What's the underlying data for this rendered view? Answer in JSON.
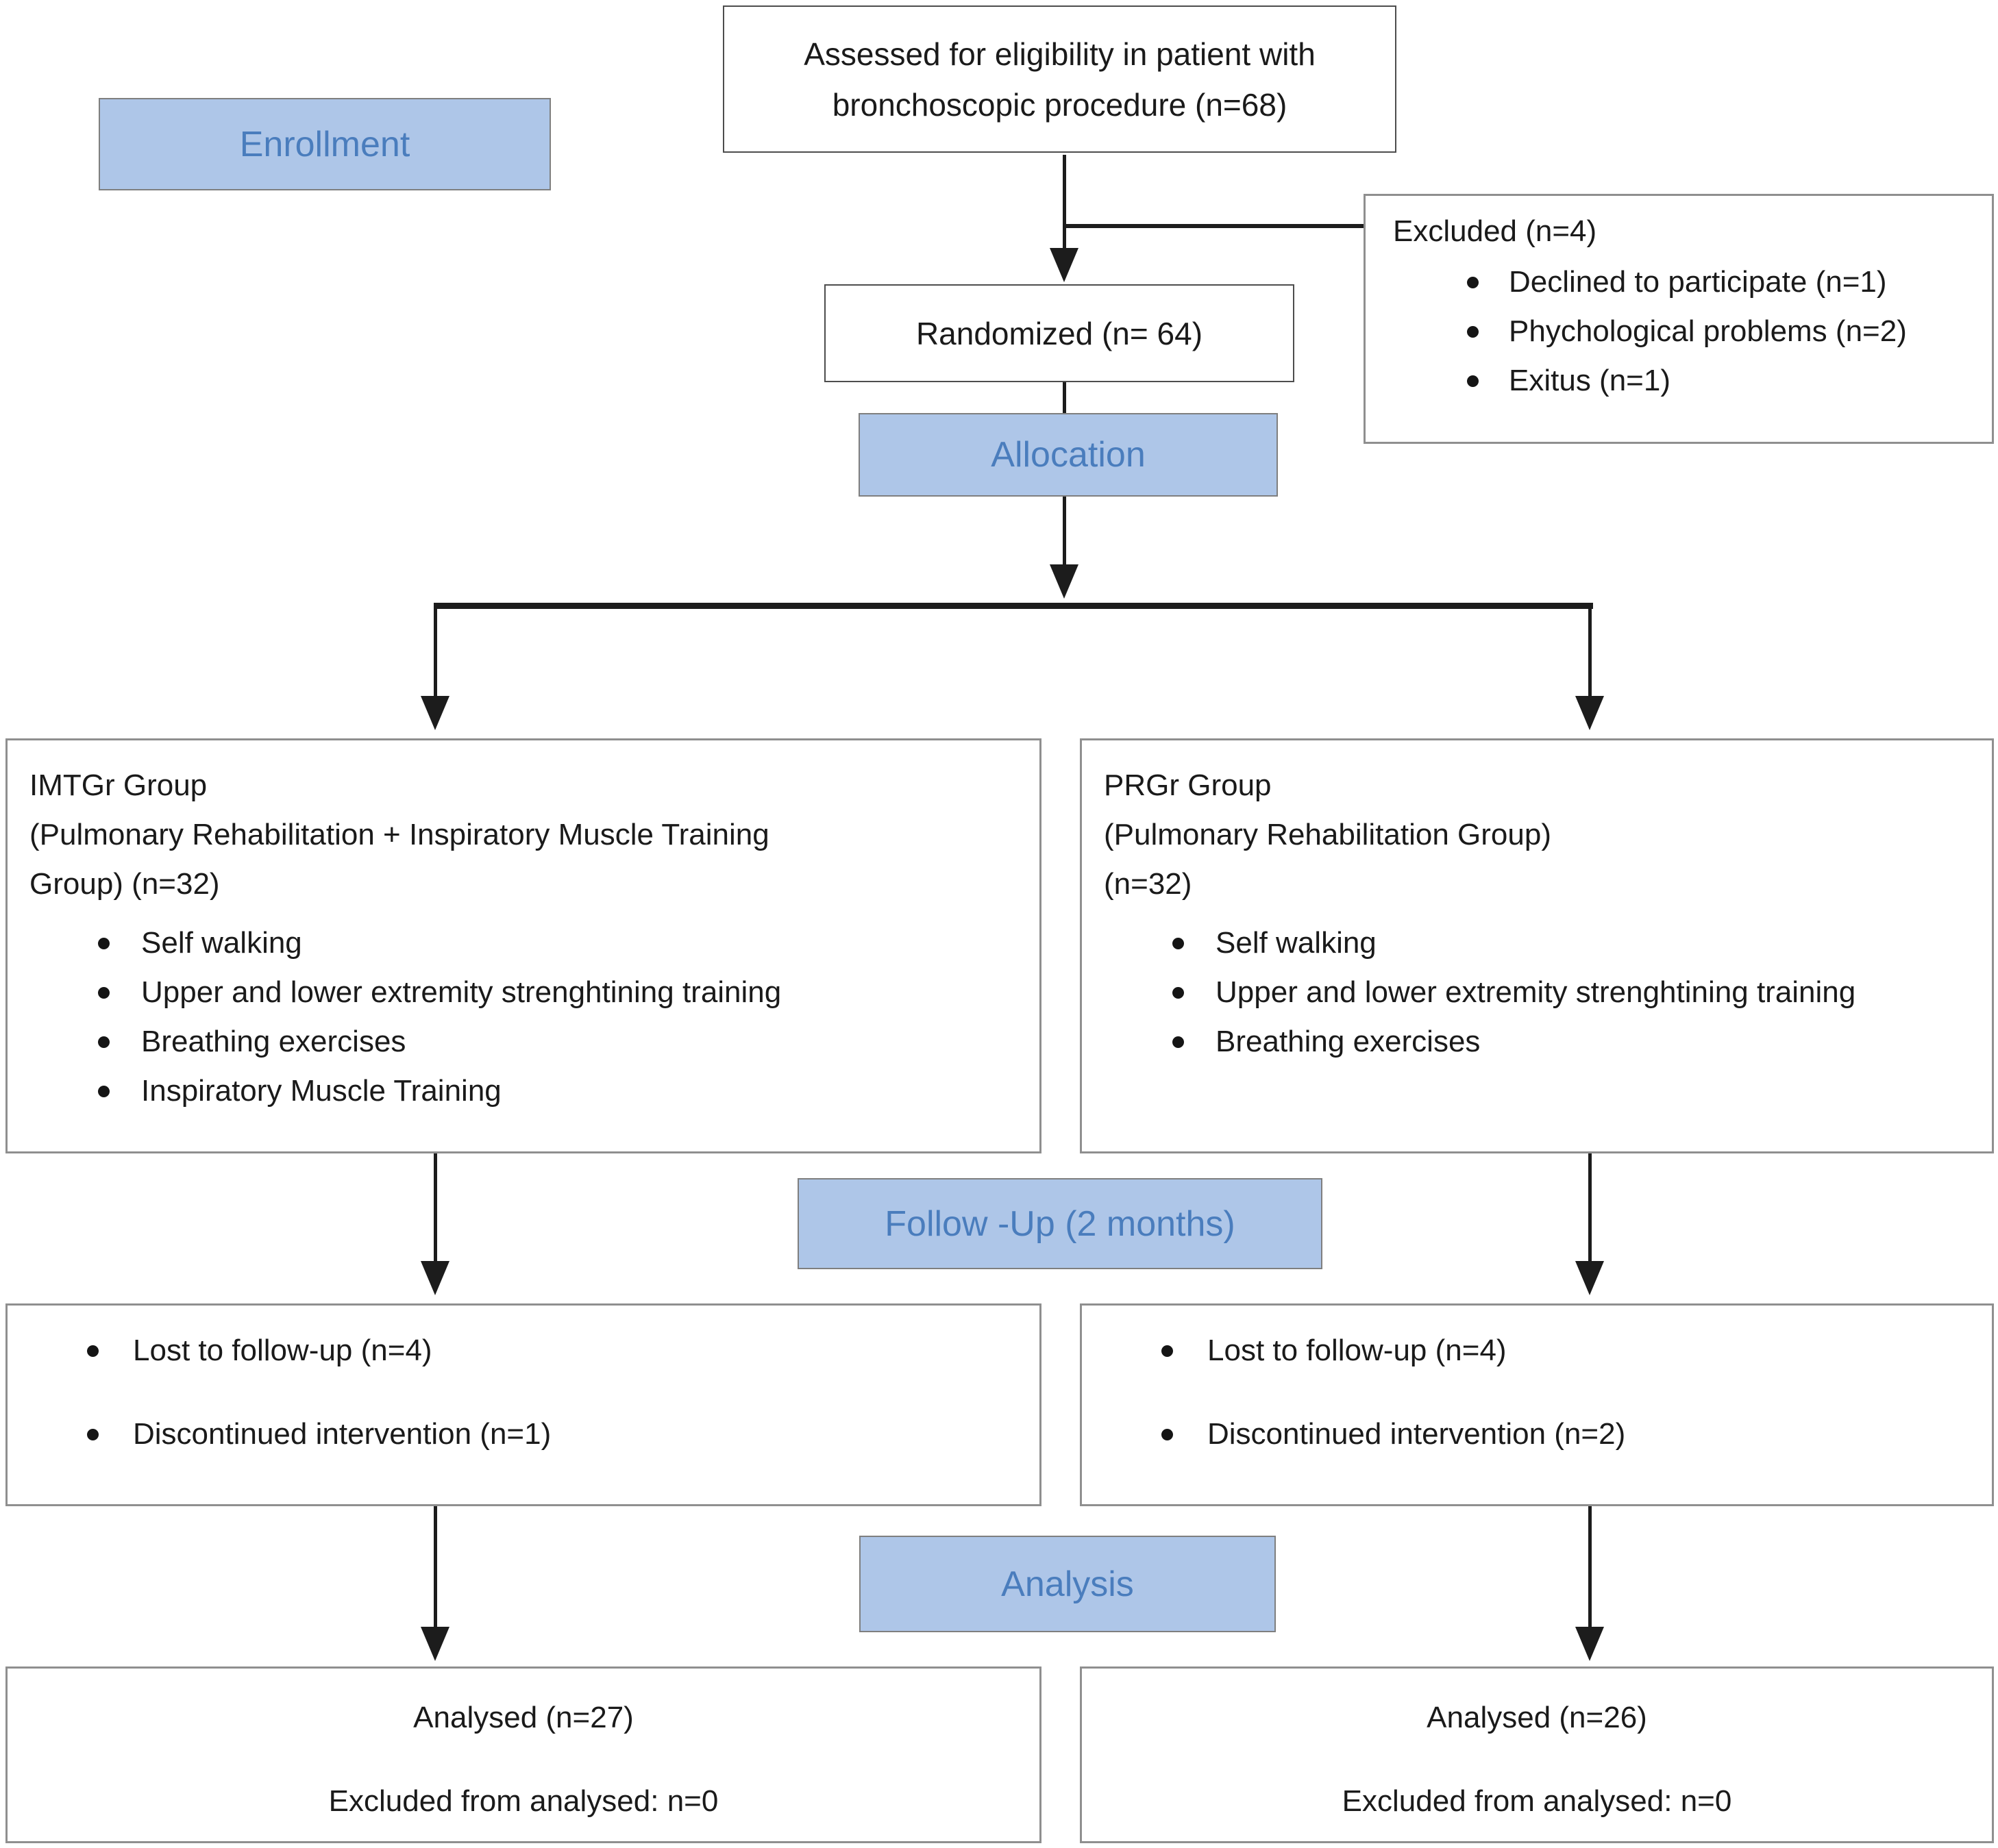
{
  "stages": {
    "enrollment": "Enrollment",
    "allocation": "Allocation",
    "follow_up": "Follow -Up (2 months)",
    "analysis": "Analysis"
  },
  "assessed": {
    "lines": [
      "Assessed for eligibility in patient with",
      "bronchoscopic procedure (n=68)"
    ]
  },
  "randomized": {
    "label": "Randomized (n= 64)"
  },
  "excluded": {
    "title": "Excluded (n=4)",
    "items": [
      "Declined to participate (n=1)",
      "Phychological problems (n=2)",
      "Exitus (n=1)"
    ]
  },
  "imtgr_group": {
    "title_lines": [
      "IMTGr Group",
      "(Pulmonary Rehabilitation + Inspiratory Muscle Training",
      "Group) (n=32)"
    ],
    "items": [
      "Self walking",
      "Upper and lower extremity strenghtining training",
      "Breathing exercises",
      "Inspiratory Muscle Training"
    ]
  },
  "prgr_group": {
    "title_lines": [
      "PRGr Group",
      "(Pulmonary Rehabilitation Group)",
      "(n=32)"
    ],
    "items": [
      "Self walking",
      "Upper and lower extremity strenghtining training",
      "Breathing exercises"
    ]
  },
  "follow_up_left": {
    "items": [
      "Lost to follow-up (n=4)",
      "Discontinued intervention (n=1)"
    ]
  },
  "follow_up_right": {
    "items": [
      "Lost to follow-up (n=4)",
      "Discontinued intervention (n=2)"
    ]
  },
  "analysed_left": {
    "lines": [
      "Analysed (n=27)",
      "Excluded from analysed: n=0"
    ]
  },
  "analysed_right": {
    "lines": [
      "Analysed (n=26)",
      "Excluded from analysed: n=0"
    ]
  },
  "colors": {
    "stage_fill": "#aec6e8",
    "stage_text": "#4a7dbd",
    "stage_border": "#7f7f7f",
    "box_border_dark": "#4d4d4d",
    "box_border_gray": "#8f8f8f",
    "connector": "#1c1c1c",
    "text": "#1a1a1a"
  }
}
